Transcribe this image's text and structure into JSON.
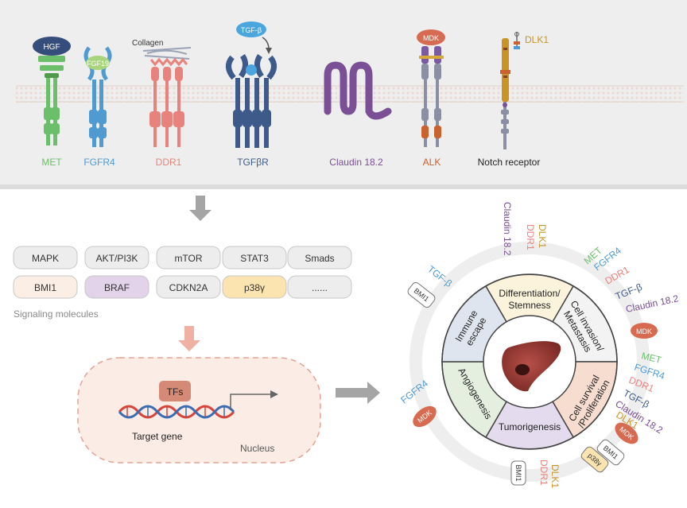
{
  "receptors": {
    "met": {
      "label": "MET",
      "ligand": "HGF"
    },
    "fgfr4": {
      "label": "FGFR4",
      "ligand": "FGF19"
    },
    "ddr1": {
      "label": "DDR1",
      "ligand": "Collagen"
    },
    "tgfbr": {
      "label": "TGFβR",
      "ligand": "TGF-β"
    },
    "claudin": {
      "label": "Claudin 18.2"
    },
    "alk": {
      "label": "ALK",
      "ligand": "MDK"
    },
    "notch": {
      "label": "Notch receptor",
      "ligand": "DLK1"
    }
  },
  "signaling": {
    "caption": "Signaling molecules",
    "row1": [
      "MAPK",
      "AKT/PI3K",
      "mTOR",
      "STAT3",
      "Smads"
    ],
    "row2": [
      "BMI1",
      "BRAF",
      "CDKN2A",
      "p38γ",
      "......"
    ]
  },
  "nucleus": {
    "tf": "TFs",
    "gene": "Target gene",
    "label": "Nucleus"
  },
  "wheel": {
    "sectors": {
      "stemness": [
        "Differentiation/",
        "Stemness"
      ],
      "invasion": [
        "Cell invasion/",
        "Metastasis"
      ],
      "survival": [
        "Cell survival",
        "/Proliferation"
      ],
      "tumor": [
        "Tumorigenesis"
      ],
      "angio": [
        "Angiogenesis"
      ],
      "immune": [
        "Immune",
        "escape"
      ]
    },
    "outer": {
      "stem_dlk1": "DLK1",
      "stem_ddr1": "DDR1",
      "stem_claudin": "Claudin 18.2",
      "inv_met": "MET",
      "inv_fgfr4": "FGFR4",
      "inv_ddr1": "DDR1",
      "inv_tgfb": "TGF-β",
      "inv_claudin": "Claudin 18.2",
      "inv_mdk": "MDK",
      "sur_met": "MET",
      "sur_fgfr4": "FGFR4",
      "sur_ddr1": "DDR1",
      "sur_tgfb": "TGF-β",
      "sur_claudin": "Claudin 18.2",
      "sur_dlk1": "DLK1",
      "sur_mdk": "MDK",
      "sur_bmi1": "BMI1",
      "sur_p38": "p38γ",
      "tum_dlk1": "DLK1",
      "tum_ddr1": "DDR1",
      "tum_bmi1": "BMI1",
      "ang_fgfr4": "FGFR4",
      "ang_mdk": "MDK",
      "imm_tgfb": "TGF-β",
      "imm_bmi1": "BMI1"
    }
  },
  "colors": {
    "met": "#6cbf6a",
    "fgfr4": "#4f9ad1",
    "ddr1": "#e8827c",
    "tgfbr": "#3d5a8a",
    "claudin": "#7a4f96",
    "alk": "#c9622e",
    "notch": "#c89428",
    "mdk": "#d66b51"
  }
}
